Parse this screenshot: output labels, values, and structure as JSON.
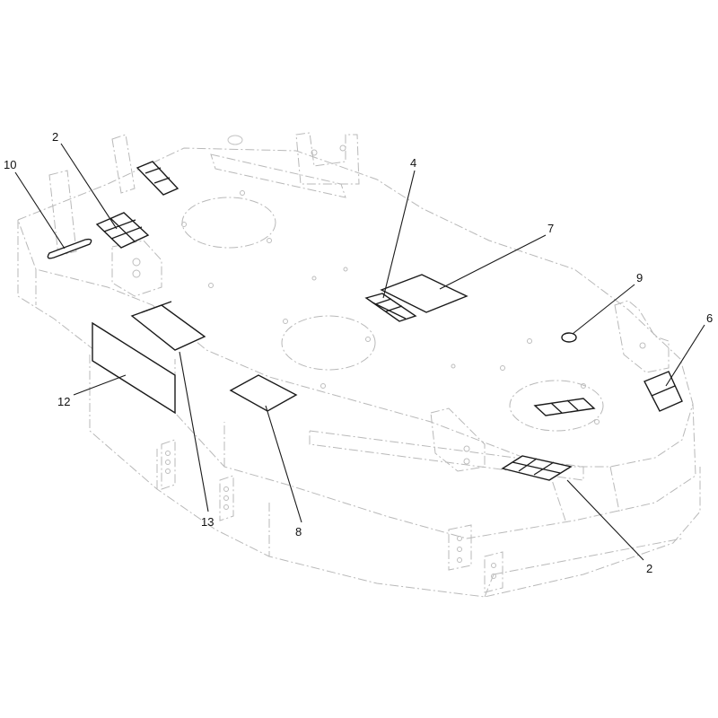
{
  "callouts": [
    {
      "id": "c2a",
      "label": "2"
    },
    {
      "id": "c10",
      "label": "10"
    },
    {
      "id": "c4",
      "label": "4"
    },
    {
      "id": "c7",
      "label": "7"
    },
    {
      "id": "c9",
      "label": "9"
    },
    {
      "id": "c6",
      "label": "6"
    },
    {
      "id": "c12",
      "label": "12"
    },
    {
      "id": "c13",
      "label": "13"
    },
    {
      "id": "c8",
      "label": "8"
    },
    {
      "id": "c2b",
      "label": "2"
    }
  ],
  "colors": {
    "line": "#1a1a1a",
    "ghost": "#b9b9b9",
    "background": "#ffffff"
  }
}
